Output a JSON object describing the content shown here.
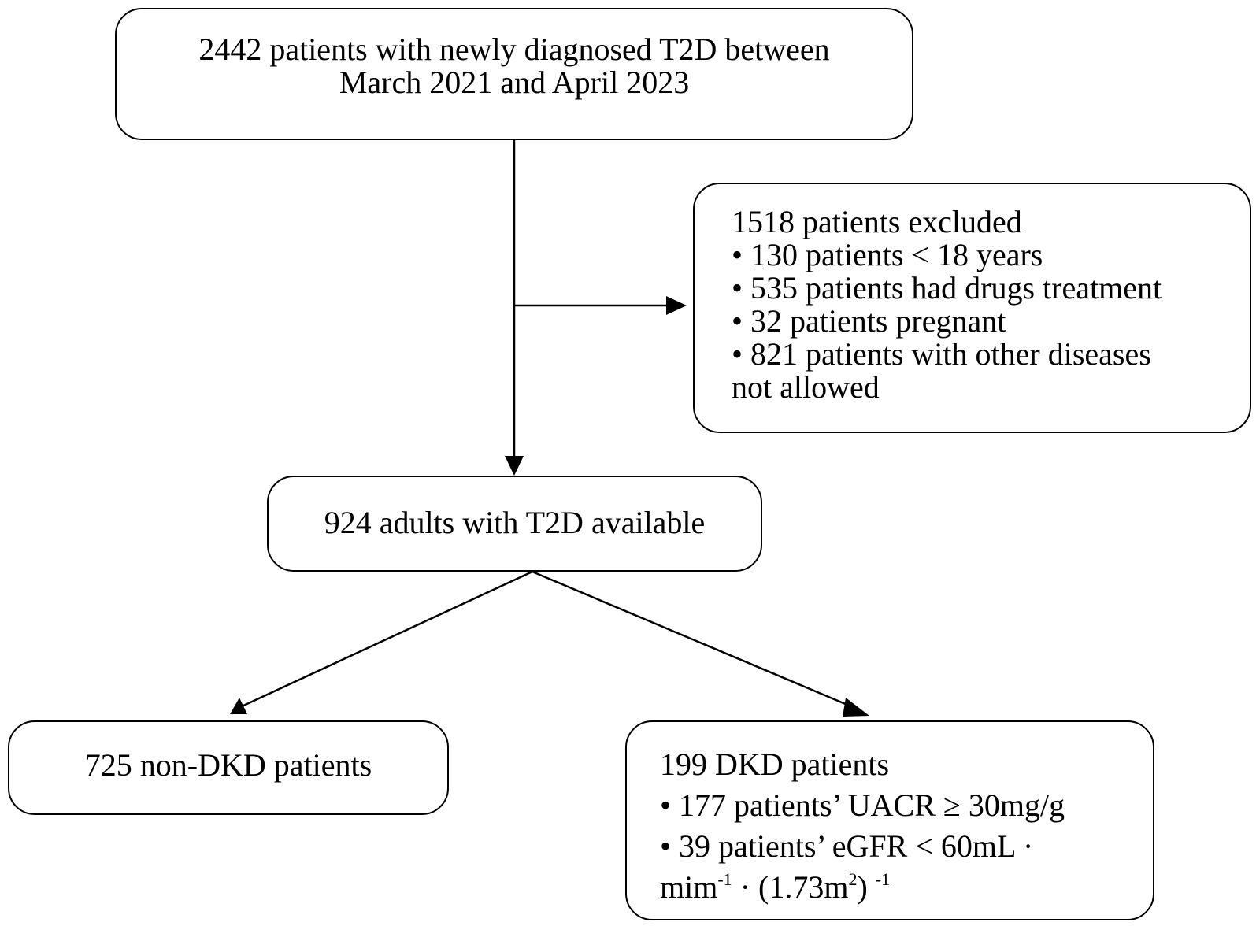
{
  "boxes": {
    "screened": {
      "lines": [
        "2442 patients with newly diagnosed T2D between",
        "March 2021 and April 2023"
      ]
    },
    "excluded": {
      "title": "1518 patients excluded",
      "items": [
        "• 130 patients < 18 years",
        "• 535 patients had drugs treatment",
        "• 32 patients pregnant",
        "• 821 patients with other diseases"
      ],
      "continuation": "not allowed"
    },
    "available": {
      "text": "924 adults with T2D available"
    },
    "non_dkd": {
      "text": "725 non-DKD patients"
    },
    "dkd": {
      "title": "199 DKD patients",
      "item1": "• 177 patients’ UACR ≥ 30mg/g",
      "item2": "• 39 patients’ eGFR < 60mL ·",
      "item3": {
        "part1": "mim",
        "sup1": "-1",
        "part2": " · (1.73m",
        "sup2": "2",
        "part3": ") ",
        "sup3": "-1"
      }
    }
  },
  "colors": {
    "stroke": "#000000",
    "background": "#ffffff"
  }
}
